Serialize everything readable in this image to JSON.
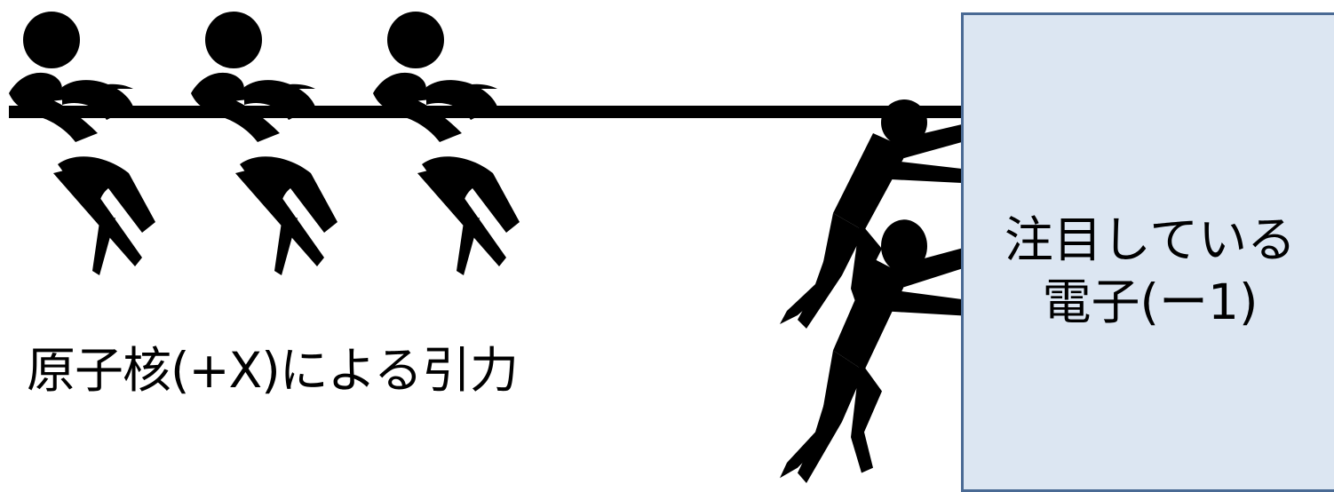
{
  "left_label": "原子核(+X)による引力",
  "box": {
    "line1": "注目している",
    "line2": "電子(ー1)"
  },
  "colors": {
    "box_fill": "#dce6f2",
    "box_border": "#4a6a94",
    "figure": "#000000"
  },
  "icons": {
    "pullers": "tug-of-war-figure",
    "pushers": "pushing-person-figure"
  }
}
